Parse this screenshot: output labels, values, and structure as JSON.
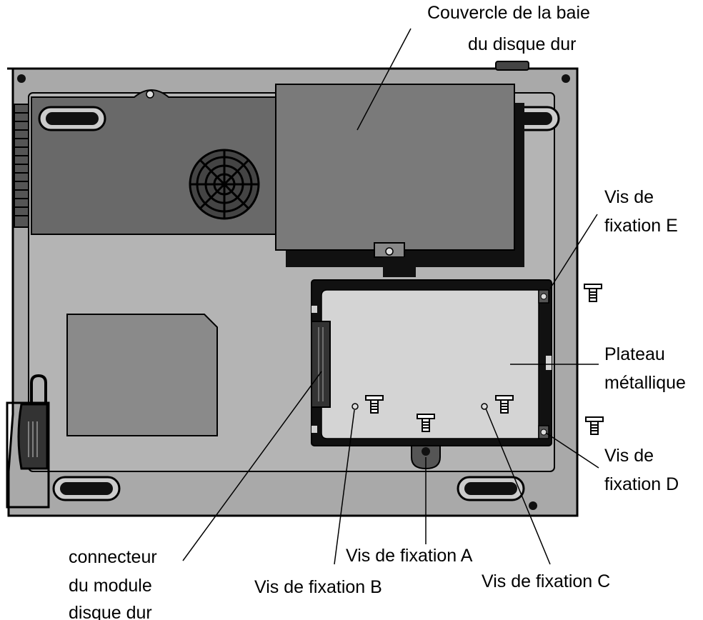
{
  "labels": {
    "hdd_cover_line1": "Couvercle de la baie",
    "hdd_cover_line2": "du disque dur",
    "screw_e_line1": "Vis de",
    "screw_e_line2": "fixation E",
    "tray_line1": "Plateau",
    "tray_line2": "métallique",
    "screw_d_line1": "Vis de",
    "screw_d_line2": "fixation D",
    "connector_line1": "connecteur",
    "connector_line2": "du module",
    "connector_line3": "disque dur",
    "screw_a": "Vis de fixation A",
    "screw_b": "Vis de fixation B",
    "screw_c": "Vis de fixation C"
  },
  "colors": {
    "chassis": "#a9a9a9",
    "panel_dark": "#696969",
    "hdd_cover": "#7a7a7a",
    "tray": "#d4d4d4",
    "black": "#000000"
  }
}
